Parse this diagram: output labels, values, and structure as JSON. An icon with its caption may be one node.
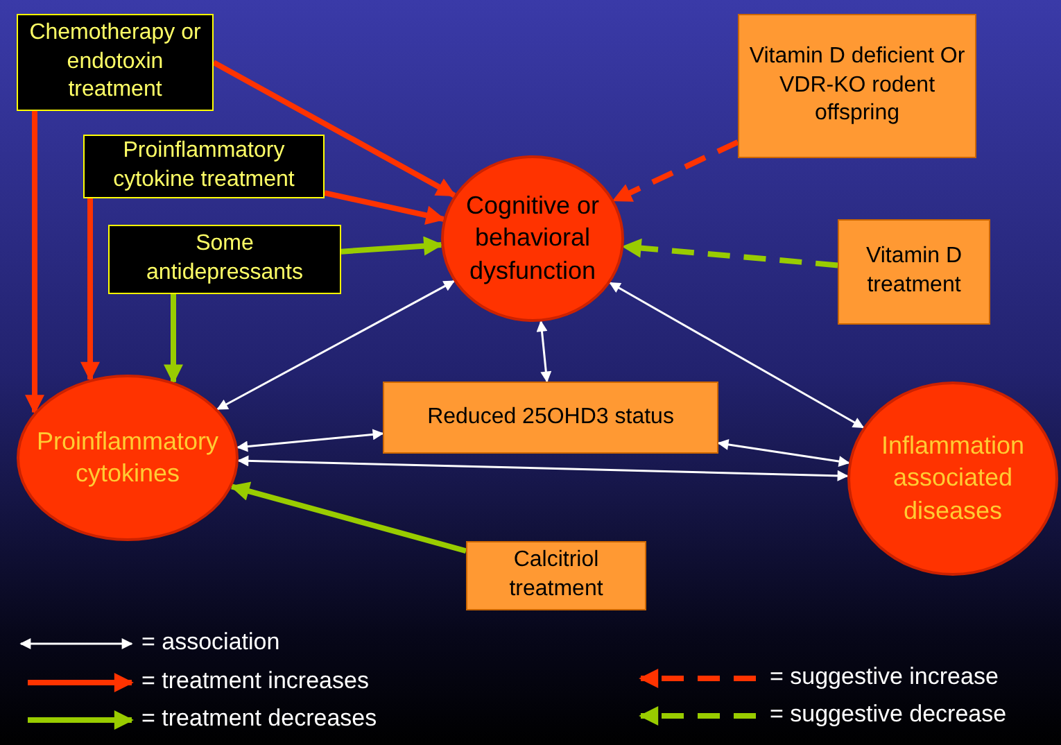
{
  "diagram": {
    "nodes": [
      {
        "text": [
          "Chemotherapy or endotoxin treatment"
        ]
      },
      {
        "text": [
          "Proinflammatory cytokine treatment"
        ]
      },
      {
        "text": [
          "Some antidepressants"
        ]
      },
      {
        "text": [
          "Vitamin D deficient Or VDR-KO rodent offspring"
        ]
      },
      {
        "text": [
          "Cognitive or behavioral dysfunction"
        ]
      },
      {
        "text": [
          "Vitamin D treatment"
        ]
      },
      {
        "text": [
          "Proinflammatory cytokines"
        ]
      },
      {
        "text": [
          "Reduced 25OHD3 status"
        ]
      },
      {
        "text": [
          "Inflammation associated diseases"
        ]
      },
      {
        "text": [
          "Calcitriol treatment"
        ]
      }
    ],
    "edges": [
      {
        "from": 0,
        "to": 4,
        "arrow": "to",
        "color": "#ff3300"
      },
      {
        "from": 1,
        "to": 4,
        "arrow": "to",
        "color": "#ff3300"
      },
      {
        "from": 0,
        "to": 6,
        "arrow": "to",
        "color": "#ff3300"
      },
      {
        "from": 1,
        "to": 6,
        "arrow": "to",
        "color": "#ff3300"
      },
      {
        "from": 2,
        "to": 4,
        "arrow": "to",
        "color": "#99cc00"
      },
      {
        "from": 2,
        "to": 6,
        "arrow": "to",
        "color": "#99cc00"
      },
      {
        "from": 3,
        "to": 4,
        "arrow": "to",
        "style": "dashed",
        "color": "#ff3300"
      },
      {
        "from": 5,
        "to": 4,
        "arrow": "to",
        "style": "dashed",
        "color": "#99cc00"
      },
      {
        "from": 4,
        "to": 6,
        "arrow": "both"
      },
      {
        "from": 4,
        "to": 7,
        "arrow": "both"
      },
      {
        "from": 4,
        "to": 8,
        "arrow": "both"
      },
      {
        "from": 6,
        "to": 7,
        "arrow": "both"
      },
      {
        "from": 7,
        "to": 8,
        "arrow": "both"
      },
      {
        "from": 6,
        "to": 8,
        "arrow": "both"
      },
      {
        "from": 9,
        "to": 6,
        "arrow": "to",
        "color": "#99cc00"
      }
    ],
    "legend": [
      {
        "text": "= association"
      },
      {
        "text": "= treatment increases"
      },
      {
        "text": "= treatment decreases"
      },
      {
        "text": "= suggestive increase"
      },
      {
        "text": "= suggestive decrease"
      }
    ]
  }
}
